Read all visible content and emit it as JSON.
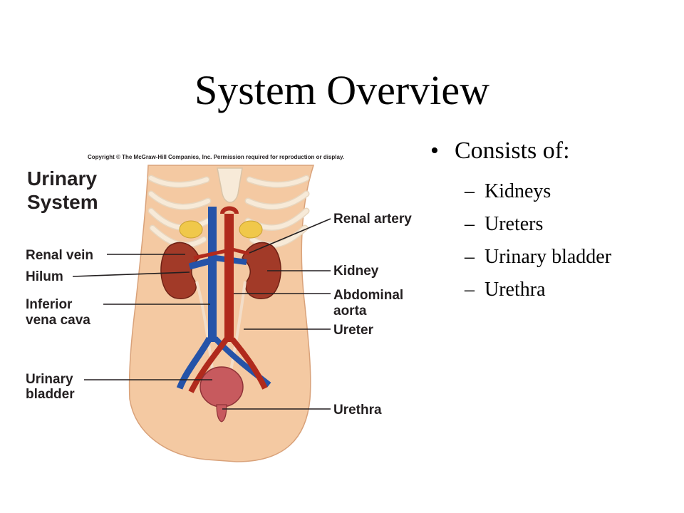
{
  "slide": {
    "title": "System Overview",
    "bullet": "Consists of:",
    "sub_items": [
      "Kidneys",
      "Ureters",
      "Urinary bladder",
      "Urethra"
    ]
  },
  "figure": {
    "copyright": "Copyright © The McGraw-Hill Companies, Inc. Permission required for reproduction or display.",
    "heading_line1": "Urinary",
    "heading_line2": "System",
    "labels": {
      "renal_vein": "Renal vein",
      "hilum": "Hilum",
      "inferior_line1": "Inferior",
      "inferior_line2": "vena cava",
      "bladder_line1": "Urinary",
      "bladder_line2": "bladder",
      "renal_artery": "Renal artery",
      "kidney": "Kidney",
      "aorta_line1": "Abdominal",
      "aorta_line2": "aorta",
      "ureter": "Ureter",
      "urethra": "Urethra"
    }
  },
  "colors": {
    "skin": "#f4c9a2",
    "rib": "#f7ead8",
    "kidney": "#a23a28",
    "vein": "#2553a8",
    "artery": "#b02a1c",
    "bladder": "#c75a5e",
    "adrenal": "#f0c84a"
  }
}
